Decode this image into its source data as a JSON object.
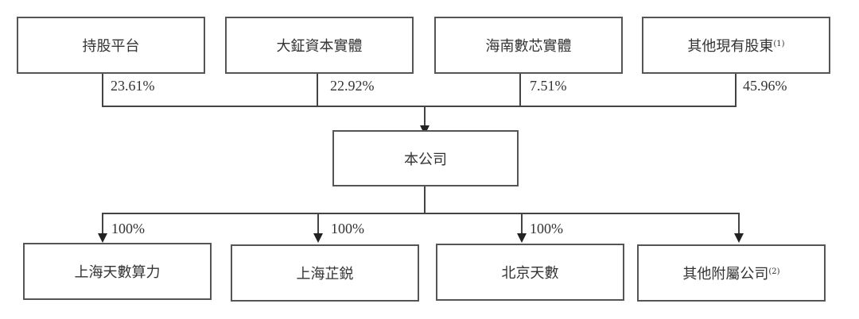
{
  "shareholders": [
    {
      "name": "持股平台",
      "note": "",
      "percent": "23.61%"
    },
    {
      "name": "大鉦資本實體",
      "note": "",
      "percent": "22.92%"
    },
    {
      "name": "海南數芯實體",
      "note": "",
      "percent": "7.51%"
    },
    {
      "name": "其他現有股東",
      "note": "(1)",
      "percent": "45.96%"
    }
  ],
  "company": {
    "name": "本公司"
  },
  "subsidiaries": [
    {
      "name": "上海天數算力",
      "note": "",
      "percent": "100%"
    },
    {
      "name": "上海芷鋭",
      "note": "",
      "percent": "100%"
    },
    {
      "name": "北京天數",
      "note": "",
      "percent": "100%"
    },
    {
      "name": "其他附屬公司",
      "note": "(2)",
      "percent": ""
    }
  ]
}
